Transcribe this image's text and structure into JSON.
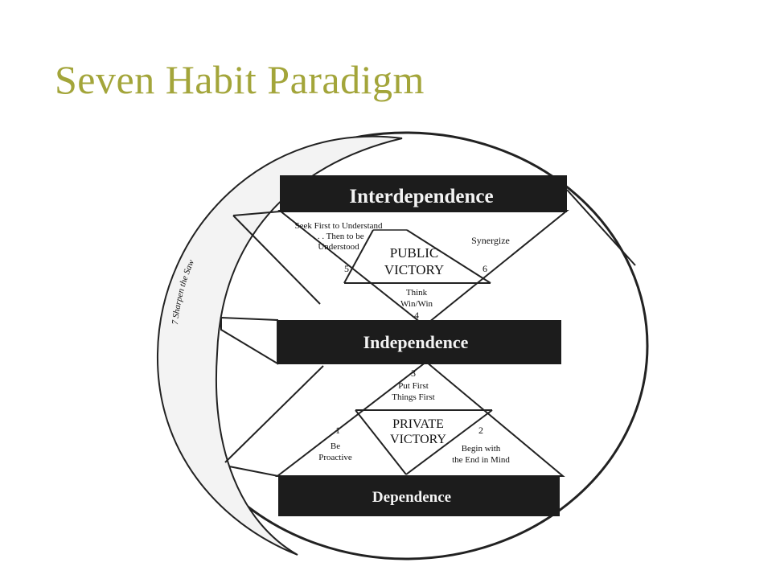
{
  "title": "Seven Habit Paradigm",
  "diagram": {
    "levels": {
      "interdependence": "Interdependence",
      "independence": "Independence",
      "dependence": "Dependence"
    },
    "victories": {
      "public_line1": "PUBLIC",
      "public_line2": "VICTORY",
      "private_line1": "PRIVATE",
      "private_line2": "VICTORY"
    },
    "habits": {
      "h1_number": "1",
      "h1_line1": "Be",
      "h1_line2": "Proactive",
      "h2_number": "2",
      "h2_line1": "Begin with",
      "h2_line2": "the End in Mind",
      "h3_number": "3",
      "h3_line1": "Put First",
      "h3_line2": "Things First",
      "h4_line1": "Think",
      "h4_line2": "Win/Win",
      "h4_number": "4",
      "h5_line1": "Seek First to Understand",
      "h5_line2": ". . . Then to be",
      "h5_line3": "Understood",
      "h5_number": "5",
      "h6_label": "Synergize",
      "h6_number": "6",
      "h7_label": "7 Sharpen the Saw"
    }
  }
}
